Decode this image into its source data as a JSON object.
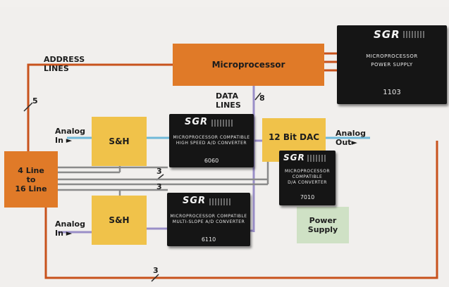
{
  "labels": {
    "address_lines": "ADDRESS\nLINES",
    "data_lines": "DATA\nLINES",
    "analog_in": "Analog\nIn ►",
    "analog_out": "Analog\nOut►",
    "bus_count_5": "5",
    "bus_count_8": "8",
    "bus_count_3": "3"
  },
  "blocks": {
    "microprocessor": "Microprocessor",
    "sh": "S&H",
    "decoder": "4 Line\nto\n16 Line",
    "dac": "12 Bit DAC",
    "power_supply": "Power\nSupply"
  },
  "modules": {
    "power_supply": {
      "brand": "SGR",
      "desc": "MICROPROCESSOR\nPOWER SUPPLY",
      "code": "1103"
    },
    "adc_high_speed": {
      "brand": "SGR",
      "desc": "MICROPROCESSOR COMPATIBLE\nHIGH SPEED A/D CONVERTER",
      "code": "6060"
    },
    "adc_multi_slope": {
      "brand": "SGR",
      "desc": "MICROPROCESSOR COMPATIBLE\nMULTI-SLOPE A/D CONVERTER",
      "code": "6110"
    },
    "dac_converter": {
      "brand": "SGR",
      "desc": "MICROPROCESSOR\nCOMPATIBLE\nD/A CONVERTER",
      "code": "7010"
    }
  },
  "colors": {
    "address_bus": "#c8521c",
    "data_bus": "#9a8fc8",
    "analog_signal": "#6fb8d8",
    "control_lines": "#8a8a8a"
  }
}
